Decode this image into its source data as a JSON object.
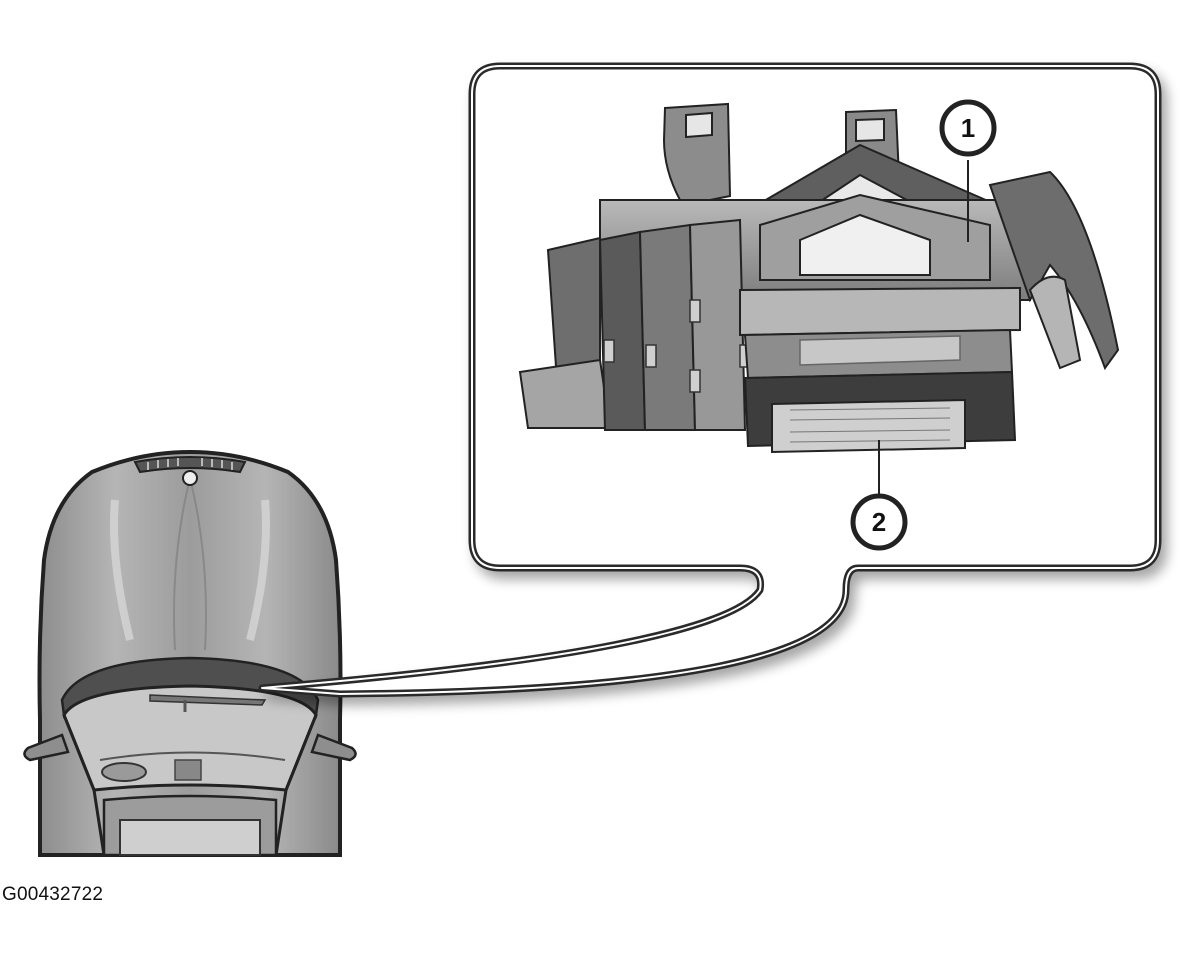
{
  "figure": {
    "id": "G00432722"
  },
  "callouts": [
    {
      "label": "1",
      "component": "1"
    },
    {
      "label": "2",
      "component": "2"
    }
  ],
  "colors": {
    "outline": "#222222",
    "body_light": "#bdbdbd",
    "body_mid": "#8f8f8f",
    "body_dark": "#5e5e5e",
    "bubble_border": "#2a2a2a",
    "bubble_fill": "#ffffff"
  }
}
